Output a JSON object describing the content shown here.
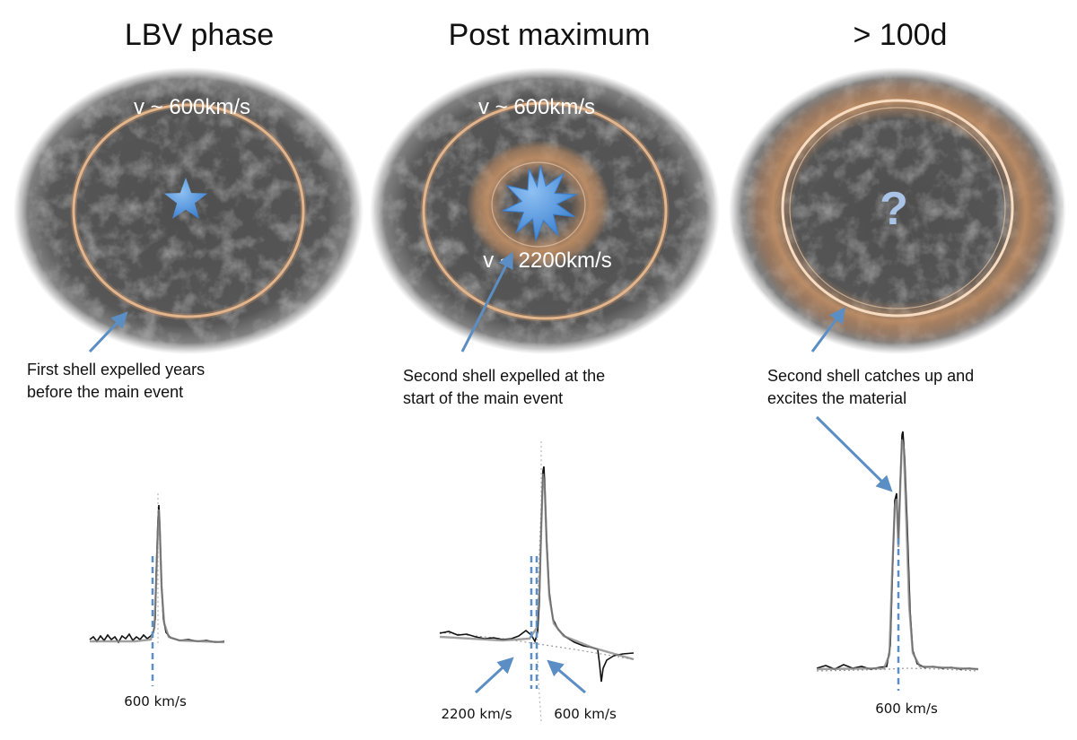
{
  "panels": [
    {
      "title": "LBV phase",
      "velocity_outer": "v ~ 600km/s",
      "caption": [
        "First shell expelled years",
        "before the main event"
      ],
      "spectrum_labels": [
        "600 km/s"
      ]
    },
    {
      "title": "Post maximum",
      "velocity_outer": "v ~ 600km/s",
      "velocity_inner": "v ~ 2200km/s",
      "caption": [
        "Second shell expelled at the",
        "start of the main event"
      ],
      "spectrum_labels": [
        "2200 km/s",
        "600 km/s"
      ]
    },
    {
      "title": "> 100d",
      "center_symbol": "?",
      "caption": [
        "Second shell catches up and",
        "excites the material"
      ],
      "spectrum_labels": [
        "600 km/s"
      ]
    }
  ],
  "colors": {
    "star": "#4a8fdc",
    "arrow": "#5b8ec4",
    "shell_ring": "#f0c8a0",
    "shell_glow": "#c99366",
    "nebula": "#555555"
  },
  "icons": [
    "star-icon",
    "burst-star-icon",
    "question-mark-icon"
  ]
}
